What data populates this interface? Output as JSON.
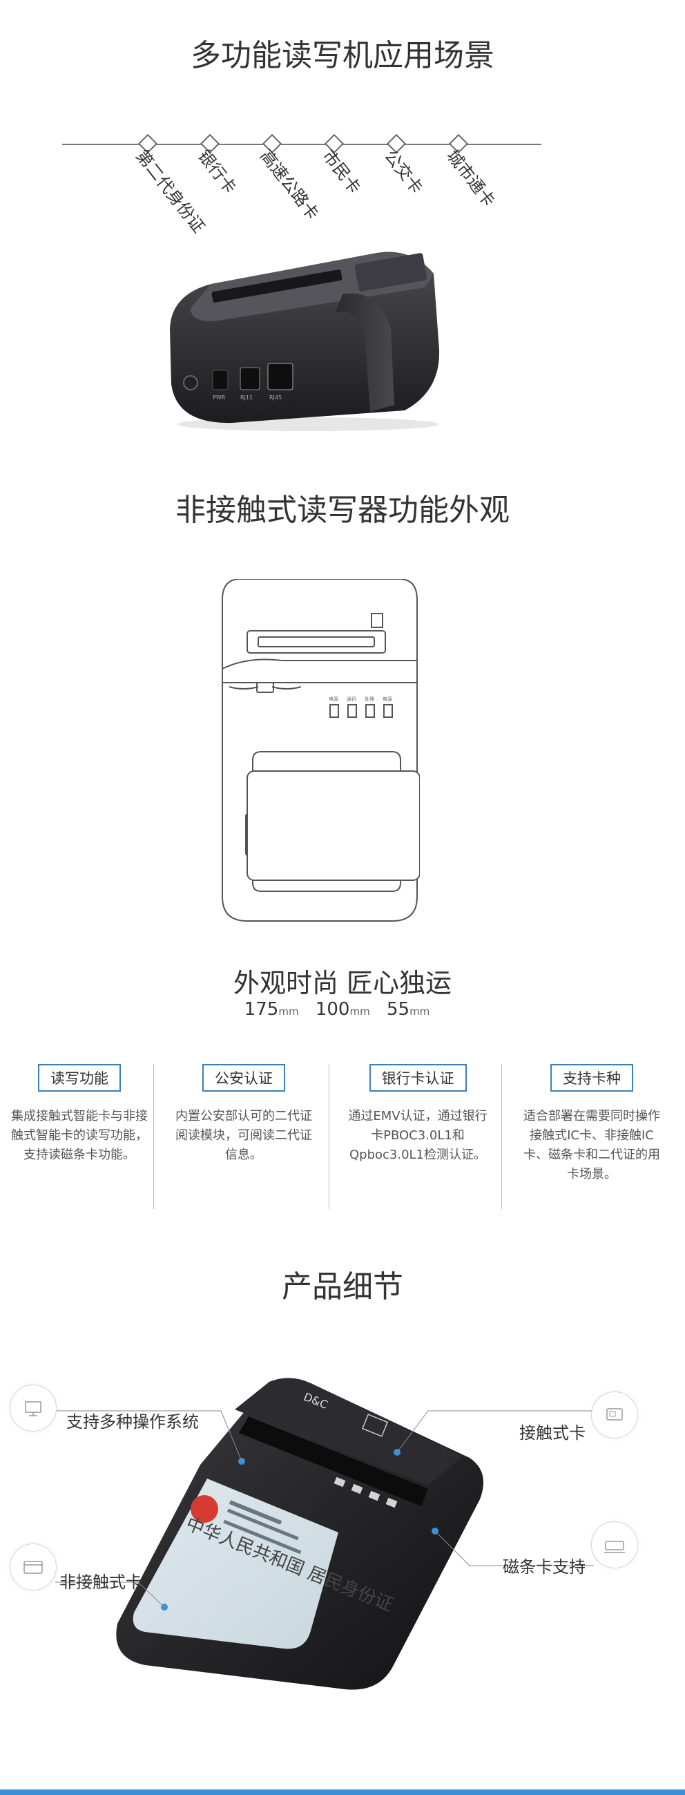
{
  "section1": {
    "title": "多功能读写机应用场景",
    "items": [
      "第二代身份证",
      "银行卡",
      "高速公路卡",
      "市民卡",
      "公交卡",
      "城市通卡"
    ]
  },
  "section2": {
    "title": "非接触式读写器功能外观",
    "slogan": "外观时尚  匠心独运",
    "dims": [
      {
        "value": "175",
        "unit": "mm"
      },
      {
        "value": "100",
        "unit": "mm"
      },
      {
        "value": "55",
        "unit": "mm"
      }
    ],
    "panel_labels": [
      "电源",
      "通讯",
      "处理",
      "电源"
    ]
  },
  "features": [
    {
      "tag": "读写功能",
      "desc": "集成接触式智能卡与非接触式智能卡的读写功能，支持读磁条卡功能。"
    },
    {
      "tag": "公安认证",
      "desc": "内置公安部认可的二代证阅读模块，可阅读二代证信息。"
    },
    {
      "tag": "银行卡认证",
      "desc": "通过EMV认证，通过银行卡PBOC3.0L1和Qpboc3.0L1检测认证。"
    },
    {
      "tag": "支持卡种",
      "desc": "适合部署在需要同时操作接触式IC卡、非接触IC卡、磁条卡和二代证的用卡场景。"
    }
  ],
  "section3": {
    "title": "产品细节",
    "callouts": {
      "os": "支持多种操作系统",
      "contactless": "非接触式卡",
      "contact": "接触式卡",
      "magstripe": "磁条卡支持"
    },
    "brand": "D&C",
    "idcard_title": "中华人民共和国 居民身份证"
  },
  "device_labels": [
    "PWR",
    "RJ11",
    "RJ45"
  ]
}
